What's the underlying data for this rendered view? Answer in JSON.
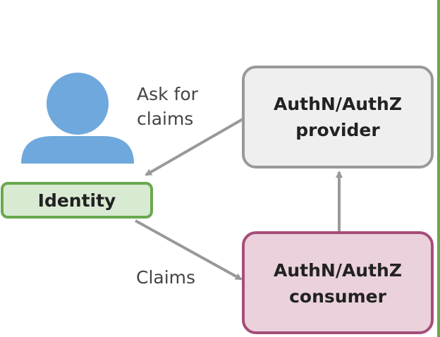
{
  "nodes": {
    "identity": {
      "label": "Identity",
      "fill": "#d9ead3",
      "stroke": "#6aa84f"
    },
    "provider": {
      "label_line1": "AuthN/AuthZ",
      "label_line2": "provider",
      "fill": "#efefef",
      "stroke": "#999999"
    },
    "consumer": {
      "label_line1": "AuthN/AuthZ",
      "label_line2": "consumer",
      "fill": "#ead1dc",
      "stroke": "#a64d79"
    }
  },
  "edges": {
    "ask_for_claims": {
      "label_line1": "Ask for",
      "label_line2": "claims"
    },
    "claims": {
      "label": "Claims"
    }
  },
  "icons": {
    "user": "user-icon"
  },
  "colors": {
    "user_icon": "#6fa8dc",
    "arrow": "#999999",
    "text": "#222222",
    "edge_text": "#444444",
    "right_border": "#6aa84f"
  }
}
